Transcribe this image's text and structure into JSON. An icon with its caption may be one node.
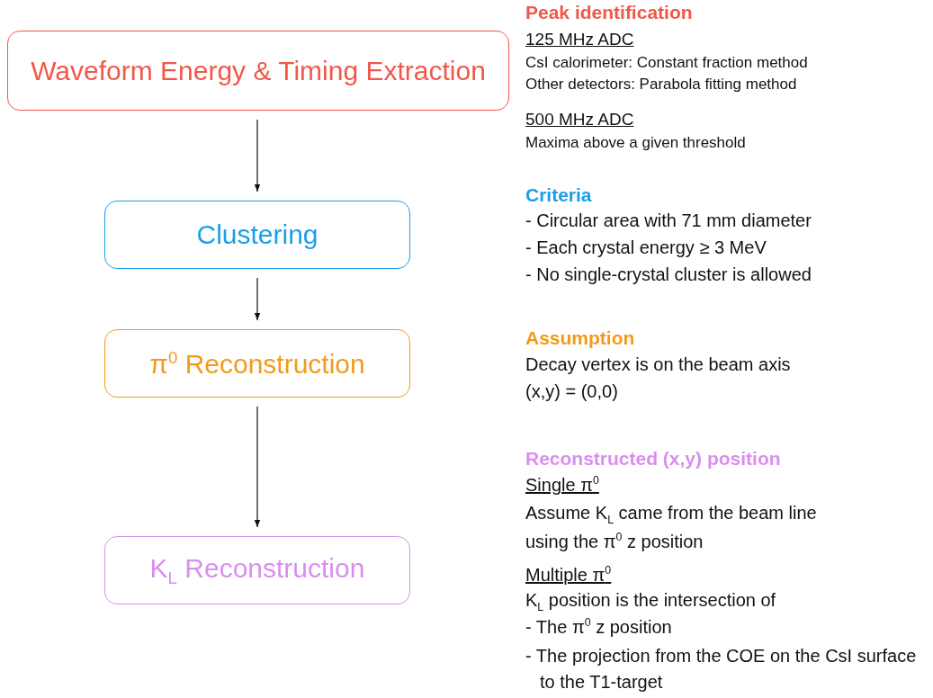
{
  "diagram": {
    "nodes": [
      {
        "text": [
          "Waveform Energy & Timing Extraction"
        ]
      },
      {
        "text": [
          "Clustering"
        ]
      },
      {
        "text": [
          "π$^{0}$ Reconstruction"
        ]
      },
      {
        "text": [
          "K$_{L}$ Reconstruction"
        ]
      }
    ],
    "edges": [
      {
        "from": 0,
        "to": 1,
        "arrow": "to"
      },
      {
        "from": 1,
        "to": 2,
        "arrow": "to"
      },
      {
        "from": 2,
        "to": 3,
        "arrow": "to"
      }
    ],
    "labels": [
      "Peak identification",
      "125 MHz ADC",
      "CsI calorimeter: Constant fraction method",
      "Other detectors: Parabola fitting method",
      "500 MHz ADC",
      "Maxima above a given threshold",
      "Criteria",
      "- Circular area with 71 mm diameter",
      "- Each crystal energy ≥ 3 MeV",
      "- No single-crystal cluster is allowed",
      "Assumption",
      "Decay vertex is on the beam axis",
      "(x,y) = (0,0)",
      "Reconstructed (x,y) position",
      "Single π$^{0}$",
      "Assume K$_{L}$ came from the beam line using the π$^{0}$ z position",
      "Multiple π$^{0}$",
      "K$_{L}$ position is the intersection of",
      "- The π$^{0}$ z position",
      "- The projection from the COE on the CsI surface to the T1-target"
    ]
  }
}
